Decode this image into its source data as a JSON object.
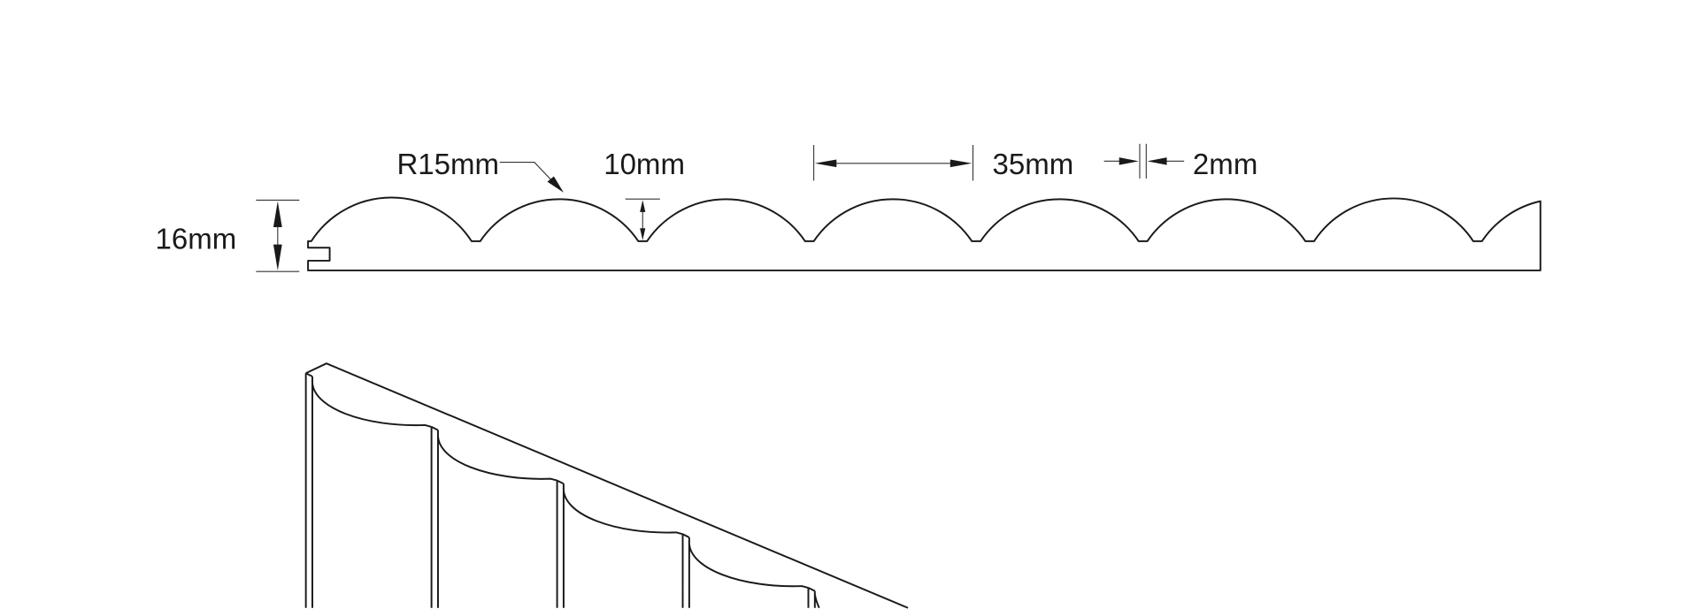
{
  "drawing": {
    "profile_view": {
      "dimensions": {
        "thickness": "16mm",
        "radius": "R15mm",
        "flute_depth": "10mm",
        "flute_pitch": "35mm",
        "gap": "2mm"
      }
    },
    "isometric_view": {}
  },
  "colors": {
    "line": "#1a1a1a",
    "background": "#ffffff"
  }
}
